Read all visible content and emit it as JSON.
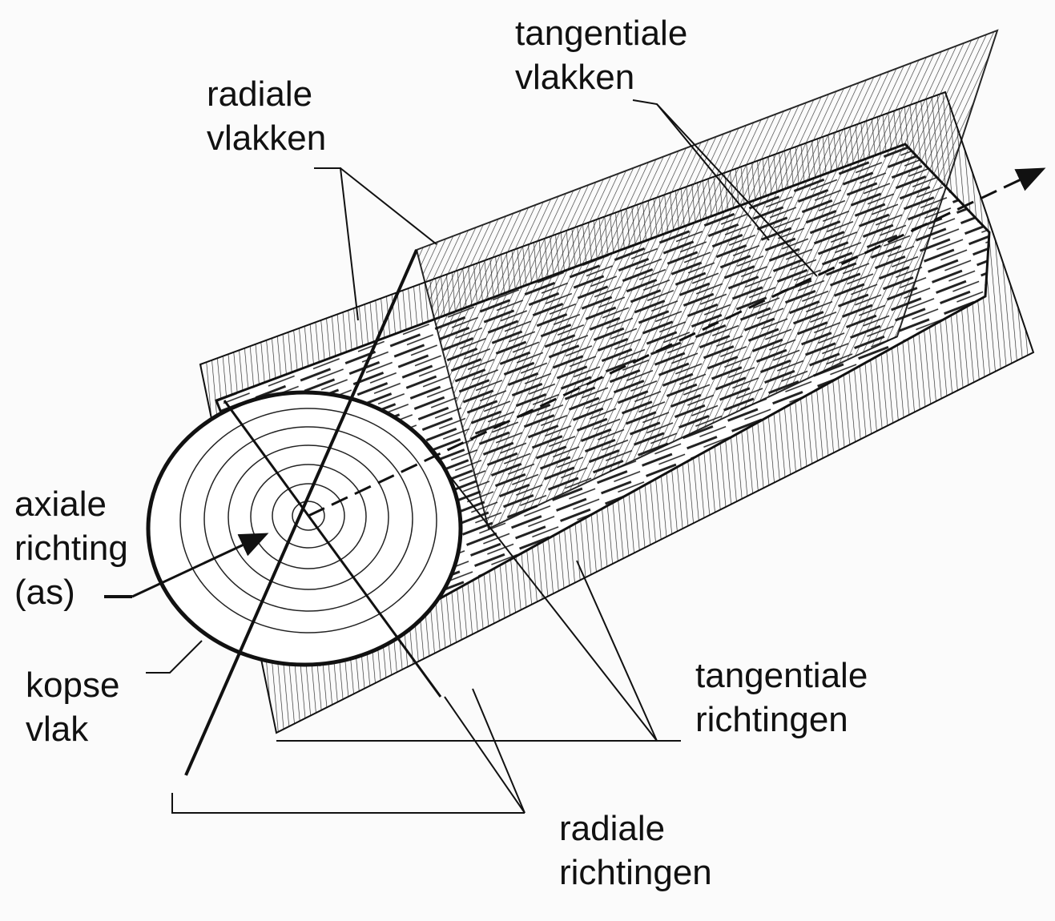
{
  "labels": {
    "radial_planes": [
      "radiale",
      "vlakken"
    ],
    "tangential_planes": [
      "tangentiale",
      "vlakken"
    ],
    "axial_direction": [
      "axiale",
      "richting",
      "(as)"
    ],
    "end_grain_face": [
      "kopse",
      "vlak"
    ],
    "tangential_directions": [
      "tangentiale",
      "richtingen"
    ],
    "radial_directions": [
      "radiale",
      "richtingen"
    ]
  },
  "colors": {
    "ink": "#111111",
    "paper": "#fbfbfb"
  }
}
